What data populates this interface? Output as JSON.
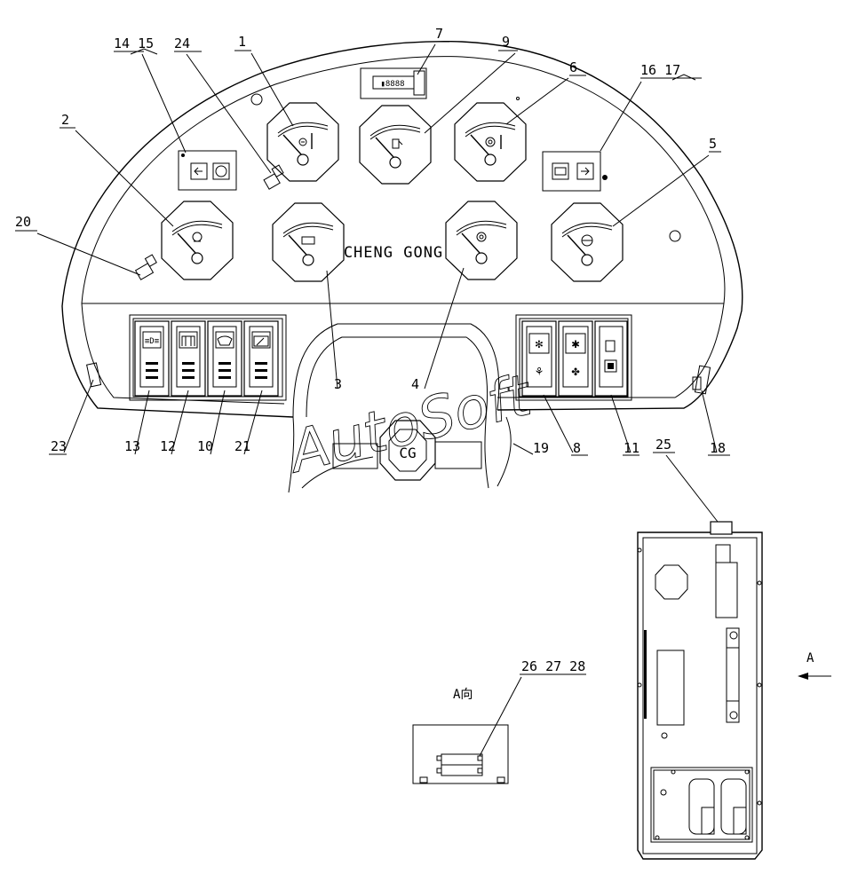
{
  "brand_text": "CHENG GONG",
  "watermark": "AutoSoft",
  "logo_text": "CG",
  "view_label": "A向",
  "arrow_label": "A",
  "callouts": {
    "c14_15": "14 15",
    "c24": "24",
    "c1": "1",
    "c7": "7",
    "c9": "9",
    "c6": "6",
    "c16_17": "16 17",
    "c5": "5",
    "c2": "2",
    "c20": "20",
    "c3": "3",
    "c4": "4",
    "c23": "23",
    "c13": "13",
    "c12": "12",
    "c10": "10",
    "c21": "21",
    "c19": "19",
    "c8": "8",
    "c11": "11",
    "c18": "18",
    "c25": "25",
    "c26_27_28": "26 27 28"
  },
  "icons": {
    "gauge1": "engine-temperature-icon",
    "gauge9": "fuel-icon",
    "gauge6": "transmission-temperature-icon",
    "gauge2": "engine-oil-pressure-icon",
    "gauge3": "battery-voltage-icon",
    "gauge4": "transmission-pressure-icon",
    "gauge5": "brake-pressure-icon",
    "switch13": "fog-light-icon",
    "switch12": "work-light-icon",
    "switch10": "front-wiper-icon",
    "switch21": "rear-wiper-icon",
    "switch8a": "snowflake-fan-icon",
    "switch8b": "ac-cooling-icon",
    "switch11": "seat-heater-icon"
  }
}
